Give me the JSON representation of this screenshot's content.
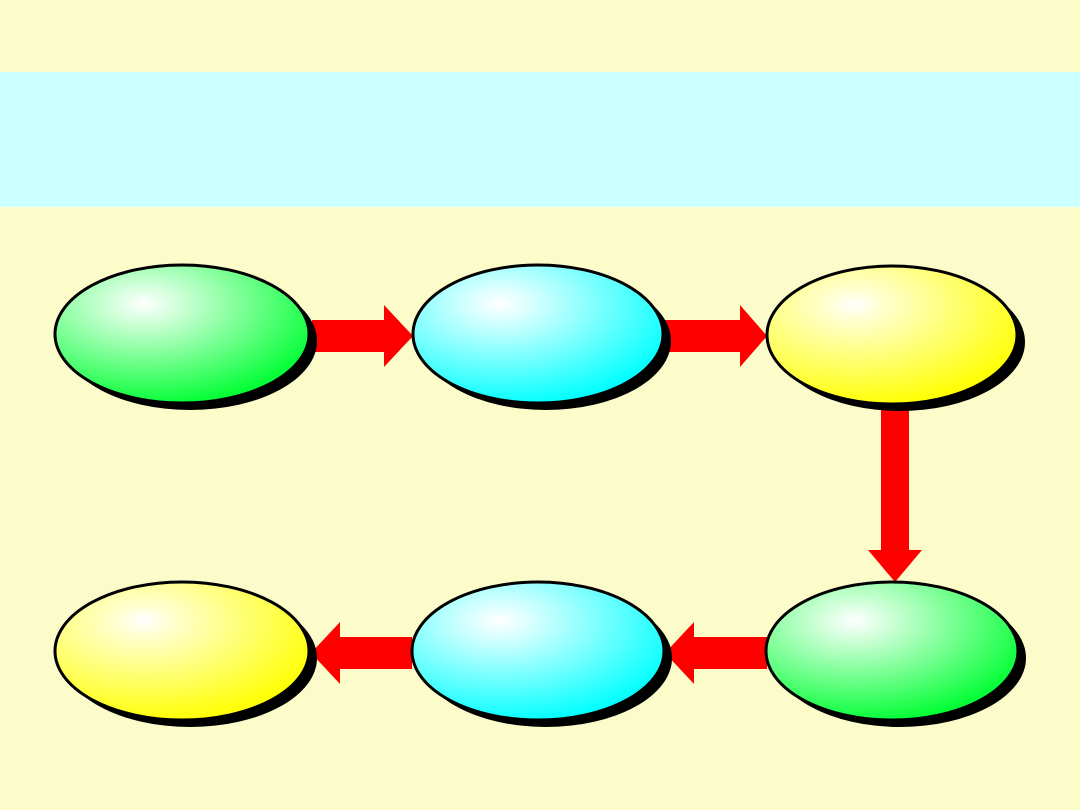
{
  "slide": {
    "background_color": "#fcfccb",
    "band_color": "#ccffff",
    "arrow_color": "#ff0000",
    "shadow_color": "#000000",
    "outline_color": "#000000"
  },
  "diagram": {
    "nodes": [
      {
        "id": "node-1",
        "color": "#00ff33"
      },
      {
        "id": "node-2",
        "color": "#00ffff"
      },
      {
        "id": "node-3",
        "color": "#ffff00"
      },
      {
        "id": "node-4",
        "color": "#00ff33"
      },
      {
        "id": "node-5",
        "color": "#00ffff"
      },
      {
        "id": "node-6",
        "color": "#ffff00"
      }
    ],
    "edges": [
      {
        "from": "node-1",
        "to": "node-2",
        "direction": "right"
      },
      {
        "from": "node-2",
        "to": "node-3",
        "direction": "right"
      },
      {
        "from": "node-3",
        "to": "node-4",
        "direction": "down"
      },
      {
        "from": "node-4",
        "to": "node-5",
        "direction": "left"
      },
      {
        "from": "node-5",
        "to": "node-6",
        "direction": "left"
      }
    ]
  }
}
